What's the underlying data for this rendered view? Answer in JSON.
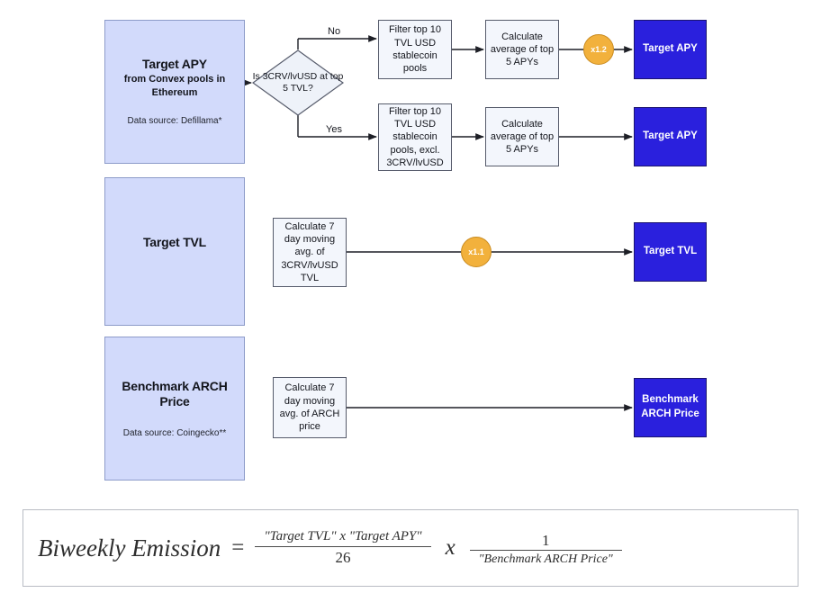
{
  "diagram": {
    "rows": [
      {
        "panel": {
          "title": "Target APY",
          "subtitle": "from Convex pools in Ethereum",
          "source": "Data source: Defillama*"
        },
        "decision": {
          "text": "Is 3CRV/lvUSD at top 5 TVL?",
          "branch_no": "No",
          "branch_yes": "Yes"
        },
        "branches": [
          {
            "label": "No",
            "filter": "Filter top 10 TVL USD stablecoin pools",
            "calculate": "Calculate average of top 5 APYs",
            "multiplier": "x1.2",
            "terminal": "Target APY"
          },
          {
            "label": "Yes",
            "filter": "Filter top 10 TVL USD stablecoin pools, excl. 3CRV/lvUSD",
            "calculate": "Calculate average of top 5 APYs",
            "multiplier": null,
            "terminal": "Target APY"
          }
        ]
      },
      {
        "panel": {
          "title": "Target TVL",
          "subtitle": "",
          "source": ""
        },
        "process": "Calculate 7 day moving avg. of 3CRV/lvUSD TVL",
        "multiplier": "x1.1",
        "terminal": "Target TVL"
      },
      {
        "panel": {
          "title": "Benchmark ARCH Price",
          "subtitle": "",
          "source": "Data source: Coingecko**"
        },
        "process": "Calculate 7 day moving avg. of ARCH price",
        "multiplier": null,
        "terminal": "Benchmark ARCH Price"
      }
    ]
  },
  "formula": {
    "lhs": "Biweekly Emission",
    "equals": "=",
    "frac1_numerator": "\"Target TVL\" x \"Target APY\"",
    "frac1_denominator": "26",
    "operator": "x",
    "frac2_numerator": "1",
    "frac2_denominator": "\"Benchmark ARCH Price\""
  },
  "colors": {
    "panel_fill": "#d2dafb",
    "panel_border": "#8d9bc9",
    "process_fill": "#f3f6fc",
    "process_border": "#565b6b",
    "terminal_fill": "#2a20dd",
    "terminal_text": "#ffffff",
    "badge_fill": "#f2b13c",
    "badge_border": "#c98b20",
    "edge_stroke": "#1d1f26"
  }
}
